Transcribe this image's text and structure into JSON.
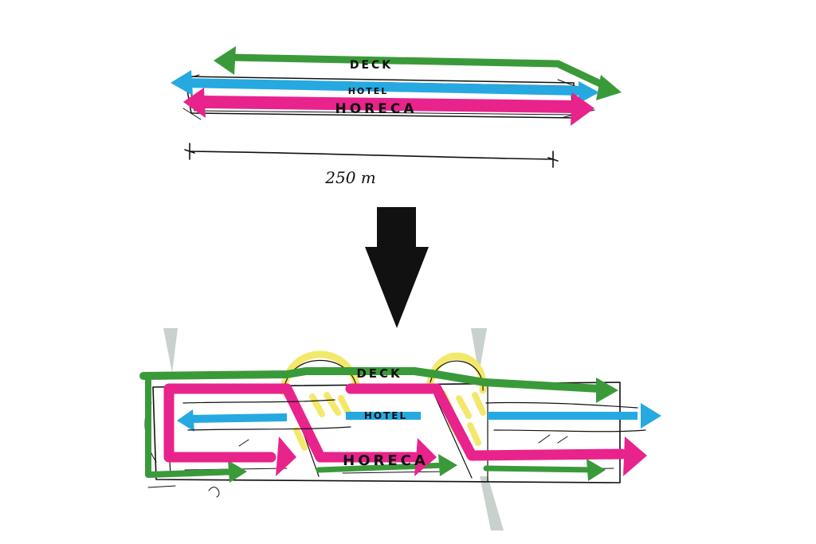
{
  "top_diagram": {
    "labels": {
      "deck": "DECK",
      "hotel": "HOTEL",
      "horeca": "HORECA"
    },
    "dimension": "250 m"
  },
  "bottom_diagram": {
    "labels": {
      "deck": "DECK",
      "hotel": "HOTEL",
      "horeca": "HORECA"
    }
  },
  "colors": {
    "deck": "#3a9a3a",
    "hotel": "#25a9e0",
    "horeca": "#e8238c",
    "connectors": "#f3e86a",
    "cuts": "#c9d1cc",
    "ink": "#111111"
  },
  "icons": {
    "transition": "arrow-down-icon"
  }
}
